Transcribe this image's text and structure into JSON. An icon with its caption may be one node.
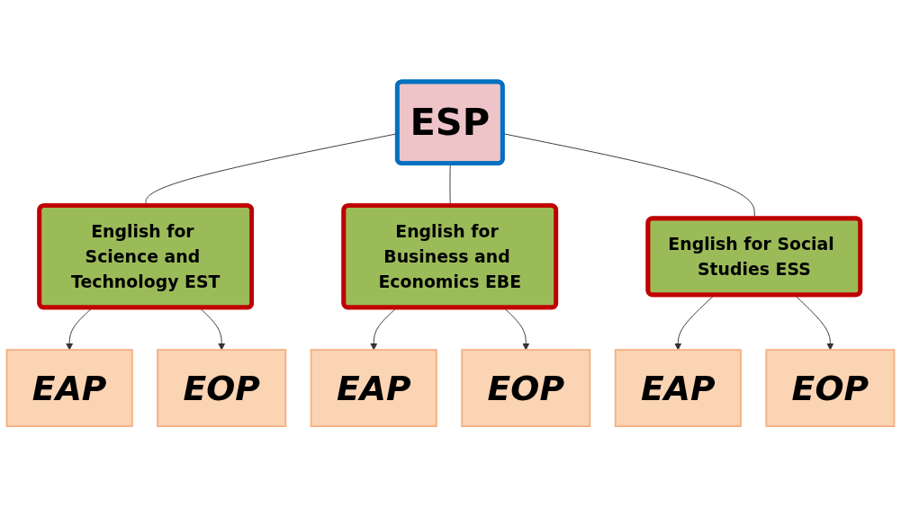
{
  "diagram": {
    "nodes": [
      {
        "text": [
          "ESP"
        ]
      },
      {
        "text": [
          "English for Science and Technology EST"
        ]
      },
      {
        "text": [
          "English for Business and Economics EBE"
        ]
      },
      {
        "text": [
          "English for Social Studies ESS"
        ]
      },
      {
        "text": [
          "EAP"
        ]
      },
      {
        "text": [
          "EOP"
        ]
      },
      {
        "text": [
          "EAP"
        ]
      },
      {
        "text": [
          "EOP"
        ]
      },
      {
        "text": [
          "EAP"
        ]
      },
      {
        "text": [
          "EOP"
        ]
      }
    ],
    "edges": [
      {
        "from": 0,
        "to": 1,
        "arrow": "none"
      },
      {
        "from": 0,
        "to": 2,
        "arrow": "none"
      },
      {
        "from": 0,
        "to": 3,
        "arrow": "none"
      },
      {
        "from": 1,
        "to": 4,
        "arrow": "to"
      },
      {
        "from": 1,
        "to": 5,
        "arrow": "to"
      },
      {
        "from": 2,
        "to": 6,
        "arrow": "to"
      },
      {
        "from": 2,
        "to": 7,
        "arrow": "to"
      },
      {
        "from": 3,
        "to": 8,
        "arrow": "to"
      },
      {
        "from": 3,
        "to": 9,
        "arrow": "to"
      }
    ]
  }
}
